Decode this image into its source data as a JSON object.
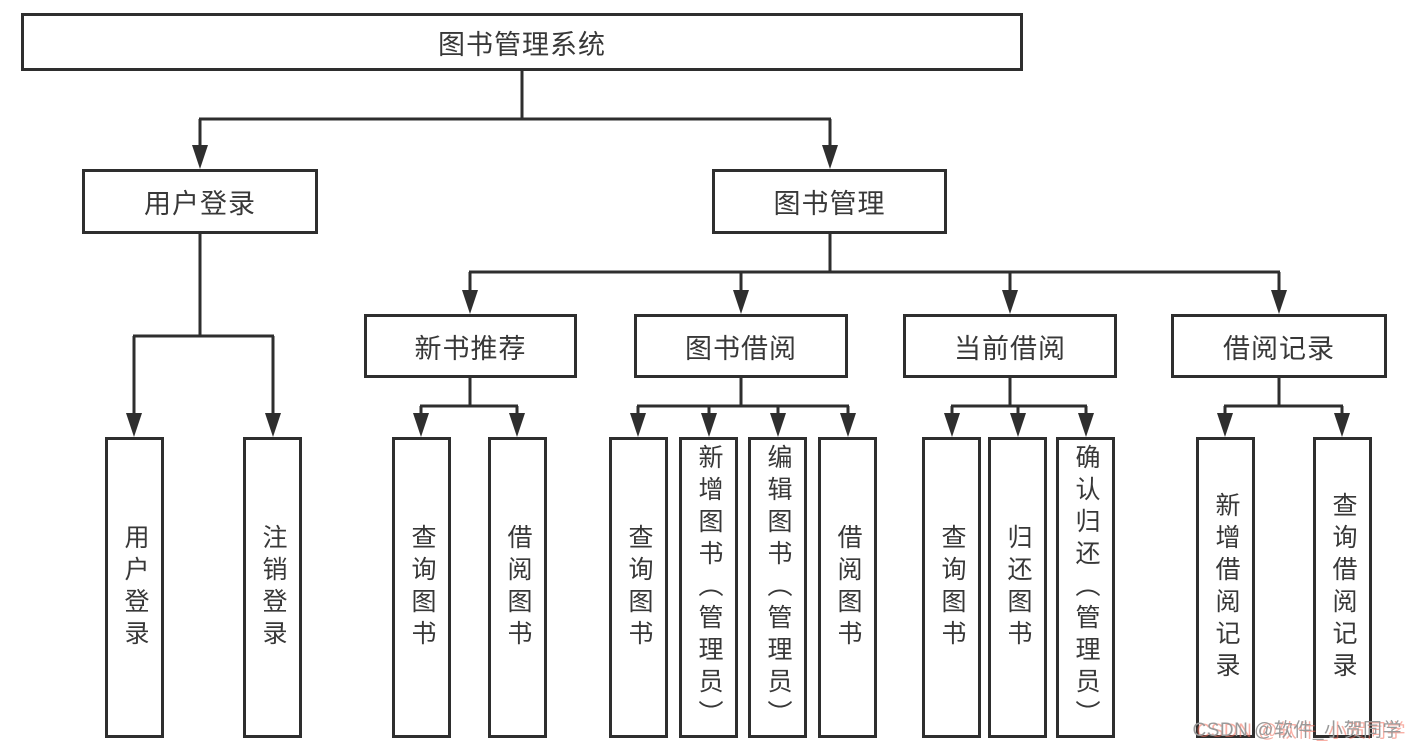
{
  "diagram": {
    "type": "hierarchy-tree",
    "line_color": "#2e2e2e",
    "text_color": "#383838",
    "root": "图书管理系统",
    "user_branch": {
      "label": "用户登录",
      "leaves": [
        "用户登录",
        "注销登录"
      ]
    },
    "book_branch": {
      "label": "图书管理",
      "sections": [
        {
          "label": "新书推荐",
          "leaves": [
            "查询图书",
            "借阅图书"
          ]
        },
        {
          "label": "图书借阅",
          "leaves": [
            "查询图书",
            "新增图书（管理员）",
            "编辑图书（管理员）",
            "借阅图书"
          ]
        },
        {
          "label": "当前借阅",
          "leaves": [
            "查询图书",
            "归还图书",
            "确认归还（管理员）"
          ]
        },
        {
          "label": "借阅记录",
          "leaves": [
            "新增借阅记录",
            "查询借阅记录"
          ]
        }
      ]
    }
  },
  "watermark": {
    "text": "CSDN @软件_小贺同学",
    "color": "#9a9a9a",
    "shadow_color": "#f46f5c"
  }
}
